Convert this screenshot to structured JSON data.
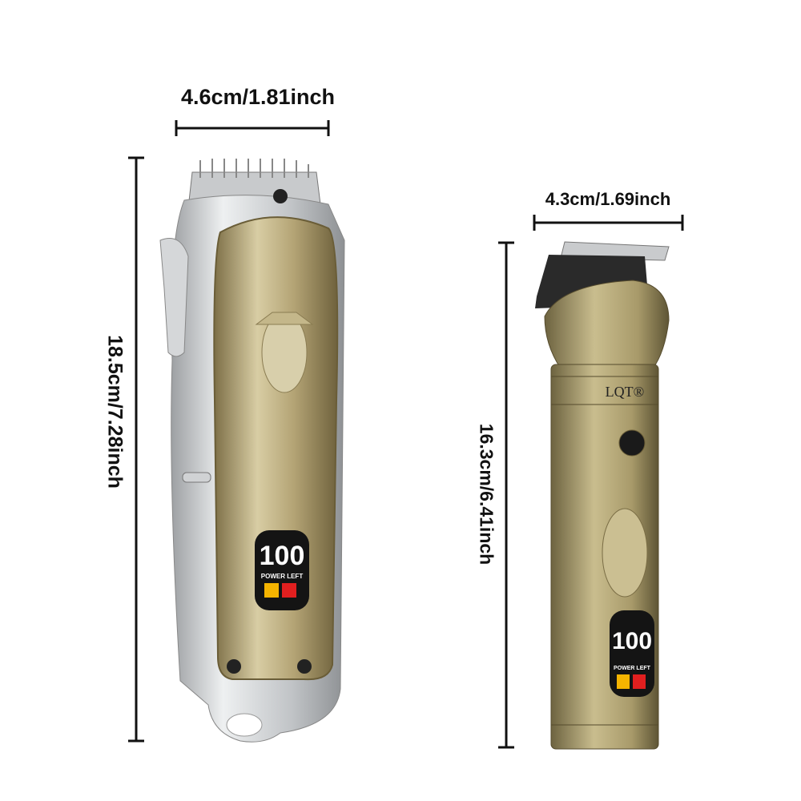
{
  "clipper": {
    "width_label": "4.6cm/1.81inch",
    "height_label": "18.5cm/7.28inch",
    "display_text": "POWER LEFT",
    "display_digits": "100"
  },
  "trimmer": {
    "width_label": "4.3cm/1.69inch",
    "height_label": "16.3cm/6.41inch",
    "brand_logo": "LQT®",
    "display_text": "POWER LEFT",
    "display_digits": "100"
  },
  "colors": {
    "gold": "#b8a777",
    "silver": "#c9cbcd",
    "dimension_line": "#111111",
    "battery_yellow": "#f5b400",
    "plug_red": "#e11f1f"
  }
}
